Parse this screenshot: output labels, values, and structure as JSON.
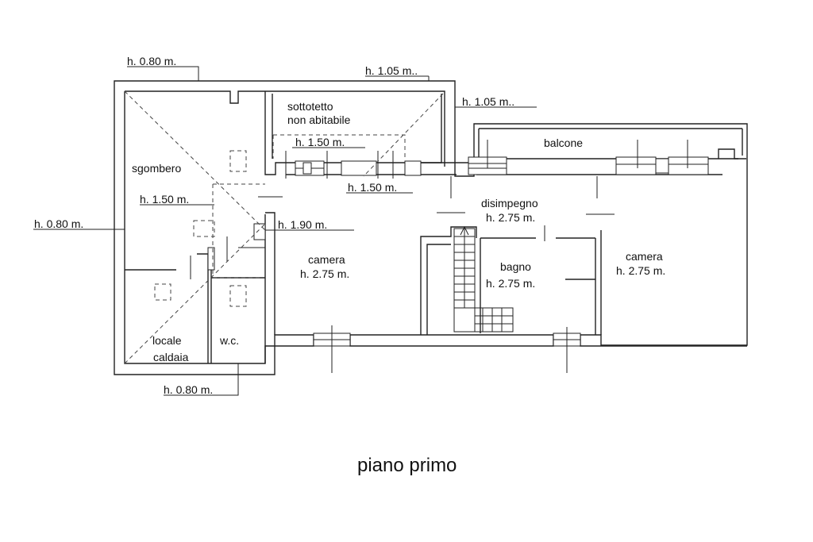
{
  "title": "piano primo",
  "rooms": {
    "sottotetto_1": "sottotetto",
    "sottotetto_2": "non abitabile",
    "balcone": "balcone",
    "sgombero": "sgombero",
    "disimpegno": "disimpegno",
    "disimpegno_h": "h. 2.75 m.",
    "camera_left": "camera",
    "camera_left_h": "h. 2.75 m.",
    "bagno": "bagno",
    "bagno_h": "h. 2.75 m.",
    "camera_right": "camera",
    "camera_right_h": "h. 2.75 m.",
    "locale": "locale",
    "caldaia": "caldaia",
    "wc": "w.c."
  },
  "heights": {
    "top_left": "h. 0.80 m.",
    "top_mid": "h. 1.05 m..",
    "right_side": "h. 1.05 m..",
    "attic_inner": "h. 1.50 m.",
    "attic_bottom": "h. 1.50 m.",
    "sgombero_inner": "h. 1.50 m.",
    "left_side": "h. 0.80 m.",
    "corridor": "h. 1.90 m.",
    "bottom": "h. 0.80 m."
  }
}
